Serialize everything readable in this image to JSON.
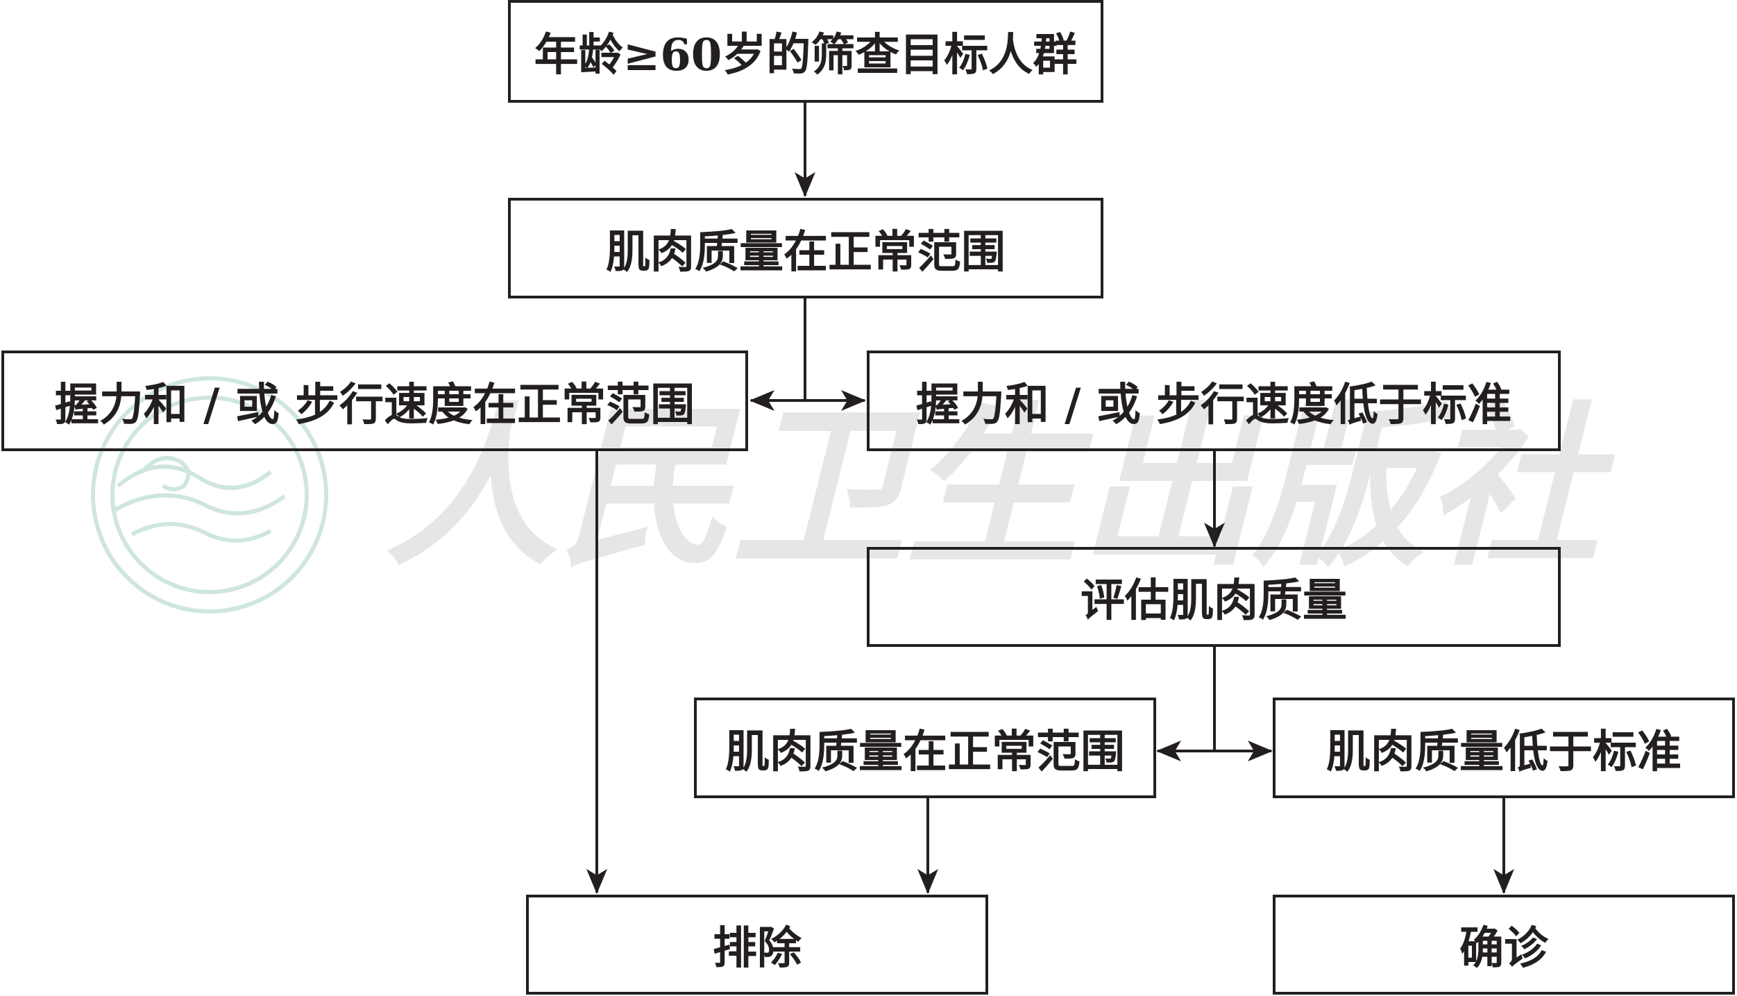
{
  "flowchart": {
    "boxes": {
      "start": "年龄≥60岁的筛查目标人群",
      "muscle_normal_1": "肌肉质量在正常范围",
      "strength_normal": "握力和 / 或 步行速度在正常范围",
      "strength_low": "握力和 / 或 步行速度低于标准",
      "assess_muscle": "评估肌肉质量",
      "muscle_normal_2": "肌肉质量在正常范围",
      "muscle_low": "肌肉质量低于标准",
      "exclude": "排除",
      "confirm": "确诊"
    }
  },
  "colors": {
    "line": "#231f20",
    "text": "#231f20",
    "watermark_emblem": "#cfe6dc",
    "watermark_text": "#e6e6e6"
  },
  "watermark": {
    "text": "人民卫生出版社"
  }
}
